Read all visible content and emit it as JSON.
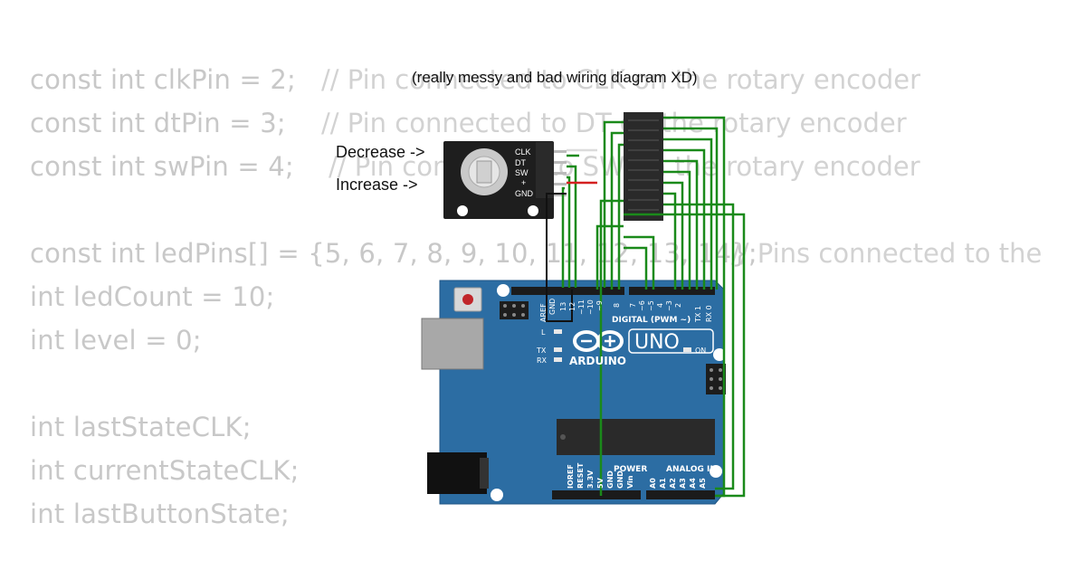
{
  "code_lines": [
    "const int clkPin = 2;",
    "const int dtPin = 3;",
    "const int swPin = 4;",
    "const int ledPins[] = {5, 6, 7, 8, 9, 10, 11, 12, 13, 14};",
    "int ledCount = 10;",
    "int level = 0;",
    "int lastStateCLK;",
    "int currentStateCLK;",
    "int lastButtonState;"
  ],
  "code_comments": [
    "// Pin connected to CLK on the rotary encoder",
    "// Pin connected to DT on the rotary encoder",
    "// Pin connected to SW on the rotary encoder",
    "// Pins connected to the"
  ],
  "diagram": {
    "caption": "(really messy and bad wiring diagram XD)",
    "decrease_label": "Decrease ->",
    "increase_label": "Increase ->",
    "encoder_pins": [
      "CLK",
      "DT",
      "SW",
      "+",
      "GND"
    ],
    "board": {
      "brand": "ARDUINO",
      "model": "UNO",
      "digital_header": "DIGITAL (PWM ~)",
      "digital_pins": [
        "AREF",
        "GND",
        "13",
        "12",
        "~11",
        "~10",
        "~9",
        "8",
        "7",
        "~6",
        "~5",
        "4",
        "~3",
        "2",
        "TX 1",
        "RX 0"
      ],
      "power_header": "POWER",
      "power_pins": [
        "IOREF",
        "RESET",
        "3.3V",
        "5V",
        "GND",
        "GND",
        "Vin"
      ],
      "analog_header": "ANALOG IN",
      "analog_pins": [
        "A0",
        "A1",
        "A2",
        "A3",
        "A4",
        "A5"
      ],
      "led_labels": [
        "L",
        "TX",
        "RX",
        "ON"
      ]
    },
    "colors": {
      "board": "#2c6da3",
      "wire_green": "#1a8a1a",
      "wire_red": "#d42020",
      "wire_black": "#111111",
      "encoder": "#1e1e1e",
      "chip": "#2a2a2a"
    }
  }
}
